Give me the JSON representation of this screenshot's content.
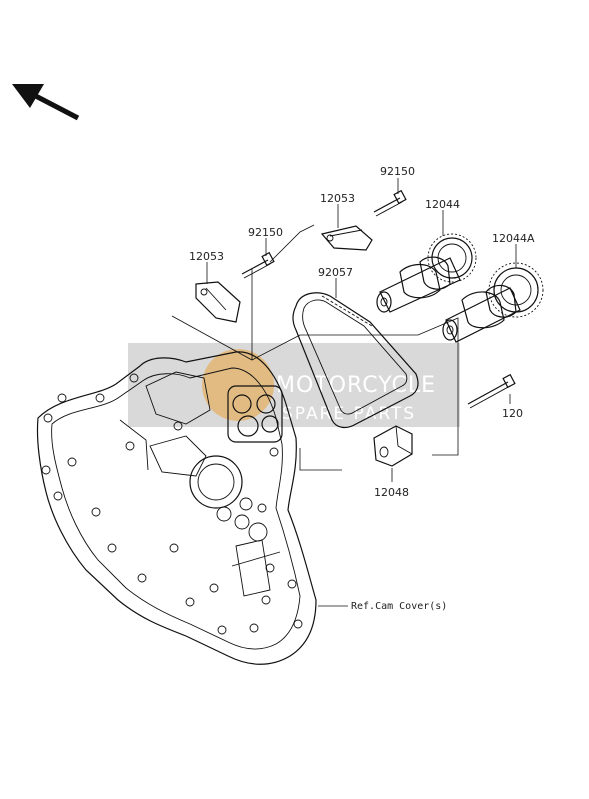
{
  "diagram": {
    "part_labels": {
      "p92150_top": "92150",
      "p12053_top": "12053",
      "p12044": "12044",
      "p12044A": "12044A",
      "p92150_left": "92150",
      "p12053_left": "12053",
      "p92057": "92057",
      "p120": "120",
      "p12048": "12048"
    },
    "reference_note": "Ref.Cam Cover(s)",
    "watermark": {
      "line1": "MOTORCYCLE",
      "line2": "SPARE PARTS",
      "color": "#b7b7b7",
      "accent": "#e8a33a"
    },
    "orientation_arrow": "arrow-icon"
  }
}
